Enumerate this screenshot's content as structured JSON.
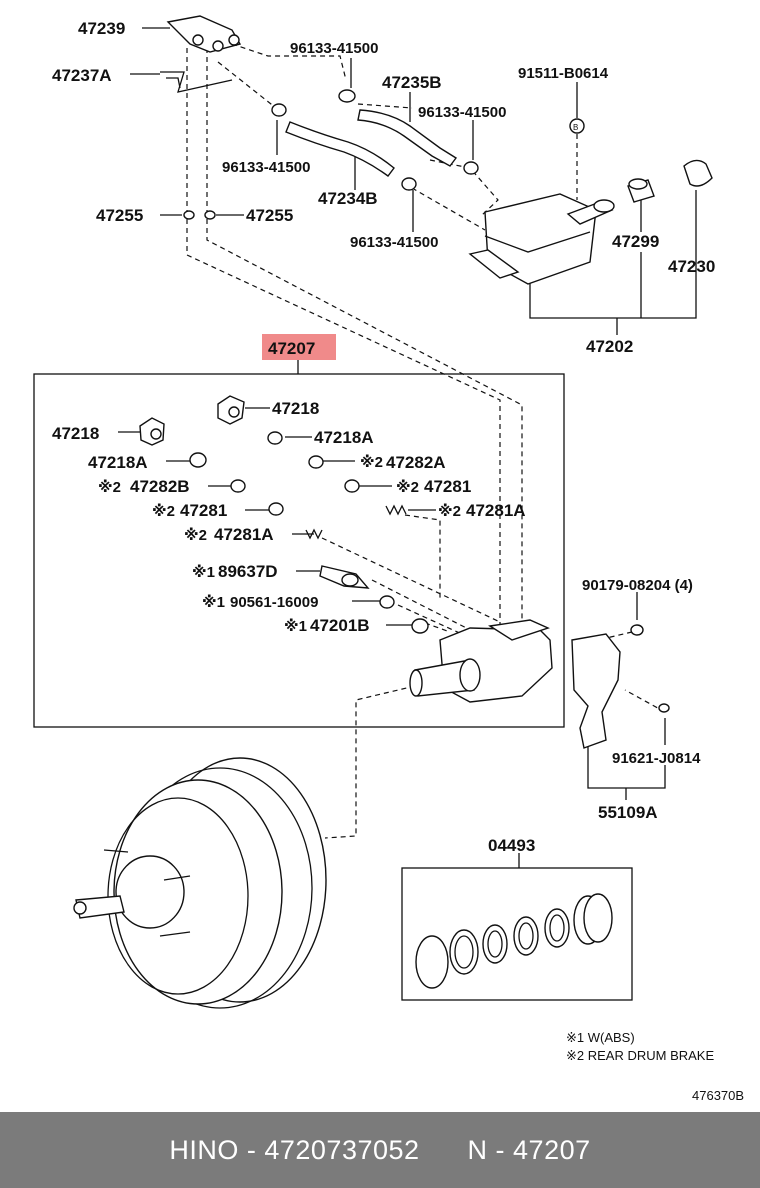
{
  "labels": {
    "p47239": "47239",
    "p47237A": "47237A",
    "p96133_41500_a": "96133-41500",
    "p47235B": "47235B",
    "p91511": "91511-B0614",
    "p96133_41500_b": "96133-41500",
    "p96133_41500_c": "96133-41500",
    "p47234B": "47234B",
    "p47255_l": "47255",
    "p47255_r": "47255",
    "p96133_41500_d": "96133-41500",
    "p47299": "47299",
    "p47230": "47230",
    "p47202": "47202",
    "p47207": "47207",
    "p47218_top": "47218",
    "p47218_left": "47218",
    "p47218A_r": "47218A",
    "p47218A_l": "47218A",
    "p47282A": "47282A",
    "p47282B": "47282B",
    "p47281_r": "47281",
    "p47281_l": "47281",
    "p47281A_r": "47281A",
    "p47281A_l": "47281A",
    "p89637D": "89637D",
    "p90561": "90561-16009",
    "p47201B": "47201B",
    "p90179": "90179-08204 (4)",
    "p91621": "91621-J0814",
    "p55109A": "55109A",
    "p04493": "04493"
  },
  "markers": {
    "m1": "※1",
    "m2": "※2"
  },
  "notes": {
    "note1": "※1 W(ABS)",
    "note2": "※2 REAR DRUM BRAKE",
    "figure_no": "476370B"
  },
  "highlight_color": "#f08a8a",
  "footer": {
    "brand": "HINO",
    "part_number": "4720737052",
    "ref": "N - 47207",
    "sep": " - "
  }
}
